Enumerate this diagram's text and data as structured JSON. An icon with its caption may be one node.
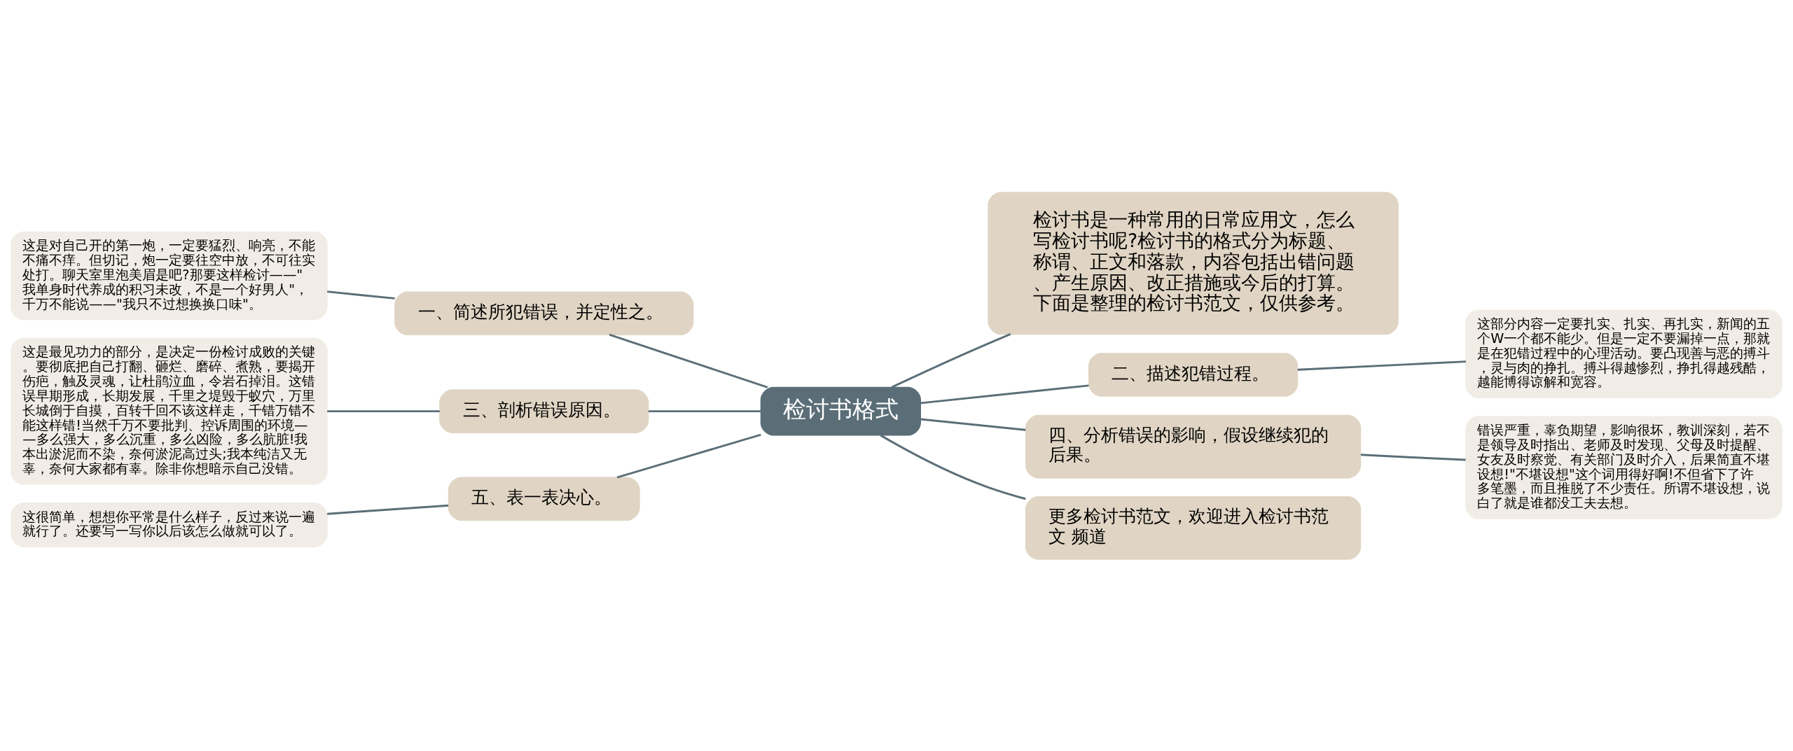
{
  "diagram": {
    "nodes": [
      {
        "text": [
          "检讨书格式"
        ]
      },
      {
        "text": [
          "检讨书是一种常用的日常应用文，怎么写检讨书呢?检讨书的格式分为标题、称谓、正文和落款，内容包括出错问题、产生原因、改正措施或今后的打算。下面是整理的检讨书范文，仅供参考。"
        ]
      },
      {
        "text": [
          "一、简述所犯错误，并定性之。"
        ]
      },
      {
        "text": [
          "这是对自己开的第一炮，一定要猛烈、响亮，不能不痛不痒。但切记，炮一定要往空中放，不可往实处打。聊天室里泡美眉是吧?那要这样检讨——\"我单身时代养成的积习未改，不是一个好男人\"，千万不能说——\"我只不过想换换口味\"。"
        ]
      },
      {
        "text": [
          "二、描述犯错过程。"
        ]
      },
      {
        "text": [
          "这部分内容一定要扎实、扎实、再扎实，新闻的五个W一个都不能少。但是一定不要漏掉一点，那就是在犯错过程中的心理活动。要凸现善与恶的搏斗，灵与肉的挣扎。搏斗得越惨烈，挣扎得越残酷，越能博得谅解和宽容。"
        ]
      },
      {
        "text": [
          "三、剖析错误原因。"
        ]
      },
      {
        "text": [
          "这是最见功力的部分，是决定一份检讨成败的关键。要彻底把自己打翻、砸烂、磨碎、煮熟，要揭开伤疤，触及灵魂，让杜鹃泣血，令岩石掉泪。这错误早期形成，长期发展，千里之堤毁于蚁穴，万里长城倒于自摸，百转千回不该这样走，千错万错不能这样错!当然千万不要批判、控诉周围的环境——多么强大，多么沉重，多么凶险，多么肮脏!我本出淤泥而不染，奈何淤泥高过头;我本纯洁又无辜，奈何大家都有辜。除非你想暗示自己没错。"
        ]
      },
      {
        "text": [
          "四、分析错误的影响，假设继续犯的后果。"
        ]
      },
      {
        "text": [
          "错误严重，辜负期望，影响很坏，教训深刻，若不是领导及时指出、老师及时发现、父母及时提醒、女友及时察觉、有关部门及时介入，后果简直不堪设想!\"不堪设想\"这个词用得好啊!不但省下了许多笔墨，而且推脱了不少责任。所谓不堪设想，说白了就是谁都没工夫去想。"
        ]
      },
      {
        "text": [
          "五、表一表决心。"
        ]
      },
      {
        "text": [
          "这很简单，想想你平常是什么样子，反过来说一遍就行了。还要写一写你以后该怎么做就可以了。"
        ]
      },
      {
        "text": [
          "更多检讨书范文，欢迎进入检讨书范文 频道"
        ]
      }
    ],
    "edges": [
      {
        "from": 0,
        "to": 1,
        "arrow": "none"
      },
      {
        "from": 0,
        "to": 2,
        "arrow": "none"
      },
      {
        "from": 2,
        "to": 3,
        "arrow": "none"
      },
      {
        "from": 0,
        "to": 4,
        "arrow": "none"
      },
      {
        "from": 4,
        "to": 5,
        "arrow": "none"
      },
      {
        "from": 0,
        "to": 6,
        "arrow": "none"
      },
      {
        "from": 6,
        "to": 7,
        "arrow": "none"
      },
      {
        "from": 0,
        "to": 8,
        "arrow": "none"
      },
      {
        "from": 8,
        "to": 9,
        "arrow": "none"
      },
      {
        "from": 0,
        "to": 10,
        "arrow": "none"
      },
      {
        "from": 10,
        "to": 11,
        "arrow": "none"
      },
      {
        "from": 0,
        "to": 12,
        "arrow": "none"
      }
    ]
  }
}
